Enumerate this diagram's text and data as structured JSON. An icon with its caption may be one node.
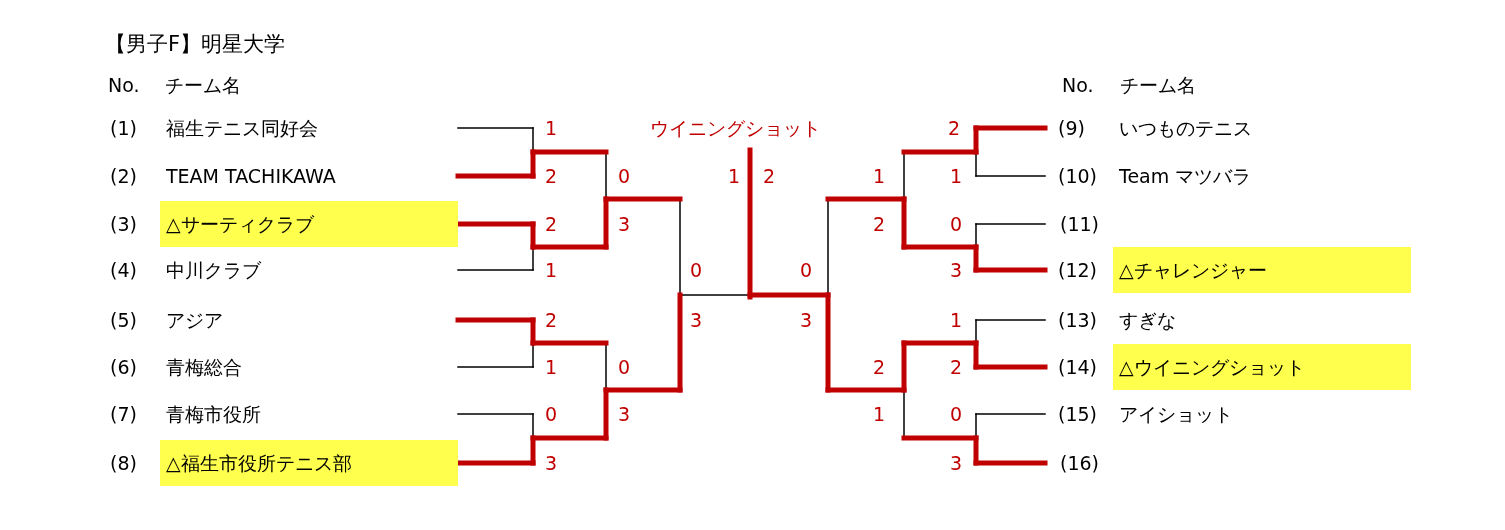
{
  "diagram": {
    "title": "【男子F】明星大学",
    "nodes": [
      {
        "text": [
          "福生テニス同好会"
        ],
        "beside": [
          "(1)"
        ]
      },
      {
        "text": [
          "TEAM TACHIKAWA"
        ],
        "beside": [
          "(2)"
        ]
      },
      {
        "text": [
          "△サーティクラブ"
        ],
        "beside": [
          "(3)"
        ]
      },
      {
        "text": [
          "中川クラブ"
        ],
        "beside": [
          "(4)"
        ]
      },
      {
        "text": [
          "アジア"
        ],
        "beside": [
          "(5)"
        ]
      },
      {
        "text": [
          "青梅総合"
        ],
        "beside": [
          "(6)"
        ]
      },
      {
        "text": [
          "青梅市役所"
        ],
        "beside": [
          "(7)"
        ]
      },
      {
        "text": [
          "△福生市役所テニス部"
        ],
        "beside": [
          "(8)"
        ]
      },
      {
        "text": [
          "いつものテニス"
        ],
        "beside": [
          "(9)"
        ]
      },
      {
        "text": [
          "Team マツバラ"
        ],
        "beside": [
          "(10)"
        ]
      },
      {
        "text": [
          "△チャレンジャー"
        ],
        "beside": [
          "(12)"
        ]
      },
      {
        "text": [
          "すぎな"
        ],
        "beside": [
          "(13)"
        ]
      },
      {
        "text": [
          "△ウイニングショット"
        ],
        "beside": [
          "(14)"
        ]
      },
      {
        "text": [
          "アイショット"
        ],
        "beside": [
          "(15)"
        ]
      }
    ],
    "labels": [
      "No.",
      "チーム名",
      "No.",
      "チーム名",
      "1",
      "ウイニングショット",
      "2",
      "2",
      "0",
      "1",
      "2",
      "1",
      "1",
      "2",
      "3",
      "2",
      "0",
      "(11)",
      "1",
      "0",
      "0",
      "3",
      "2",
      "3",
      "3",
      "1",
      "1",
      "0",
      "2",
      "2",
      "0",
      "3",
      "1",
      "0",
      "3",
      "3",
      "(16)"
    ]
  }
}
